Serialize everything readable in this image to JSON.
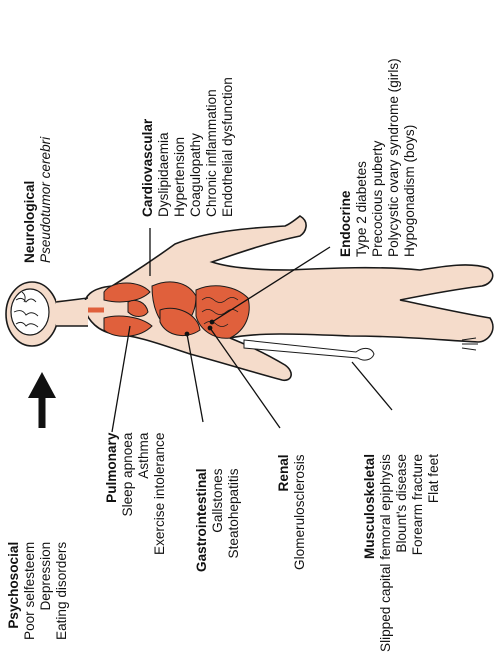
{
  "colors": {
    "skin": "#f5dccb",
    "organ": "#e0603c",
    "outline": "#1a1a1a",
    "bone": "#ffffff",
    "brain": "#ffffff"
  },
  "groups": {
    "psychosocial": {
      "title": "Psychosocial",
      "items": [
        "Poor selfesteem",
        "Depression",
        "Eating disorders"
      ]
    },
    "neurological": {
      "title": "Neurological",
      "items": [
        "Pseudotumor cerebri"
      ]
    },
    "cardiovascular": {
      "title": "Cardiovascular",
      "items": [
        "Dyslipidaemia",
        "Hypertension",
        "Coagulopathy",
        "Chronic inflammation",
        "Endothelial dysfunction"
      ]
    },
    "endocrine": {
      "title": "Endocrine",
      "items": [
        "Type 2 diabetes",
        "Precocious puberty",
        "Polycystic ovary syndrome (girls)",
        "Hypogonadism (boys)"
      ]
    },
    "pulmonary": {
      "title": "Pulmonary",
      "items": [
        "Sleep apnoea",
        "Asthma",
        "Exercise intolerance"
      ]
    },
    "gastrointestinal": {
      "title": "Gastrointestinal",
      "items": [
        "Gallstones",
        "Steatohepatitis"
      ]
    },
    "renal": {
      "title": "Renal",
      "items": [
        "Glomerulosclerosis"
      ]
    },
    "musculoskeletal": {
      "title": "Musculoskeletal",
      "items": [
        "Slipped capital femoral epiphysis",
        "Blount's disease",
        "Forearm fracture",
        "Flat feet"
      ]
    }
  }
}
